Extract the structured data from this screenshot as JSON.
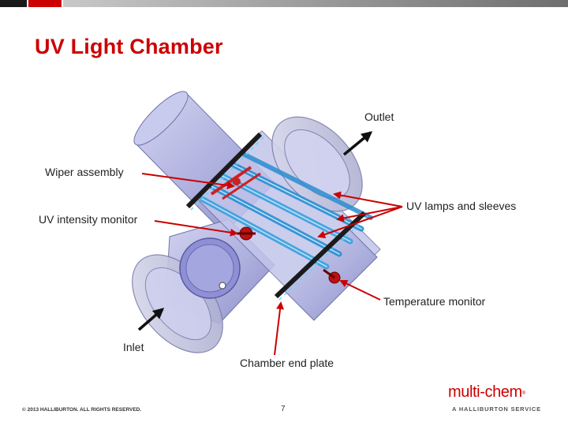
{
  "slide": {
    "title": "UV Light Chamber",
    "page_number": "7",
    "copyright": "© 2013 HALLIBURTON. ALL RIGHTS RESERVED."
  },
  "logo": {
    "wordmark": "multi-chem",
    "registered": "®",
    "tagline": "A HALLIBURTON SERVICE"
  },
  "labels": {
    "outlet": "Outlet",
    "wiper_assembly": "Wiper assembly",
    "uv_intensity_monitor": "UV intensity monitor",
    "uv_lamps_sleeves": "UV lamps and sleeves",
    "temperature_monitor": "Temperature monitor",
    "inlet": "Inlet",
    "chamber_end_plate": "Chamber end plate"
  },
  "colors": {
    "accent_red": "#cc0000",
    "chamber_lavender": "#b9bbe3",
    "lamp_blue": "#2a8ed0"
  }
}
